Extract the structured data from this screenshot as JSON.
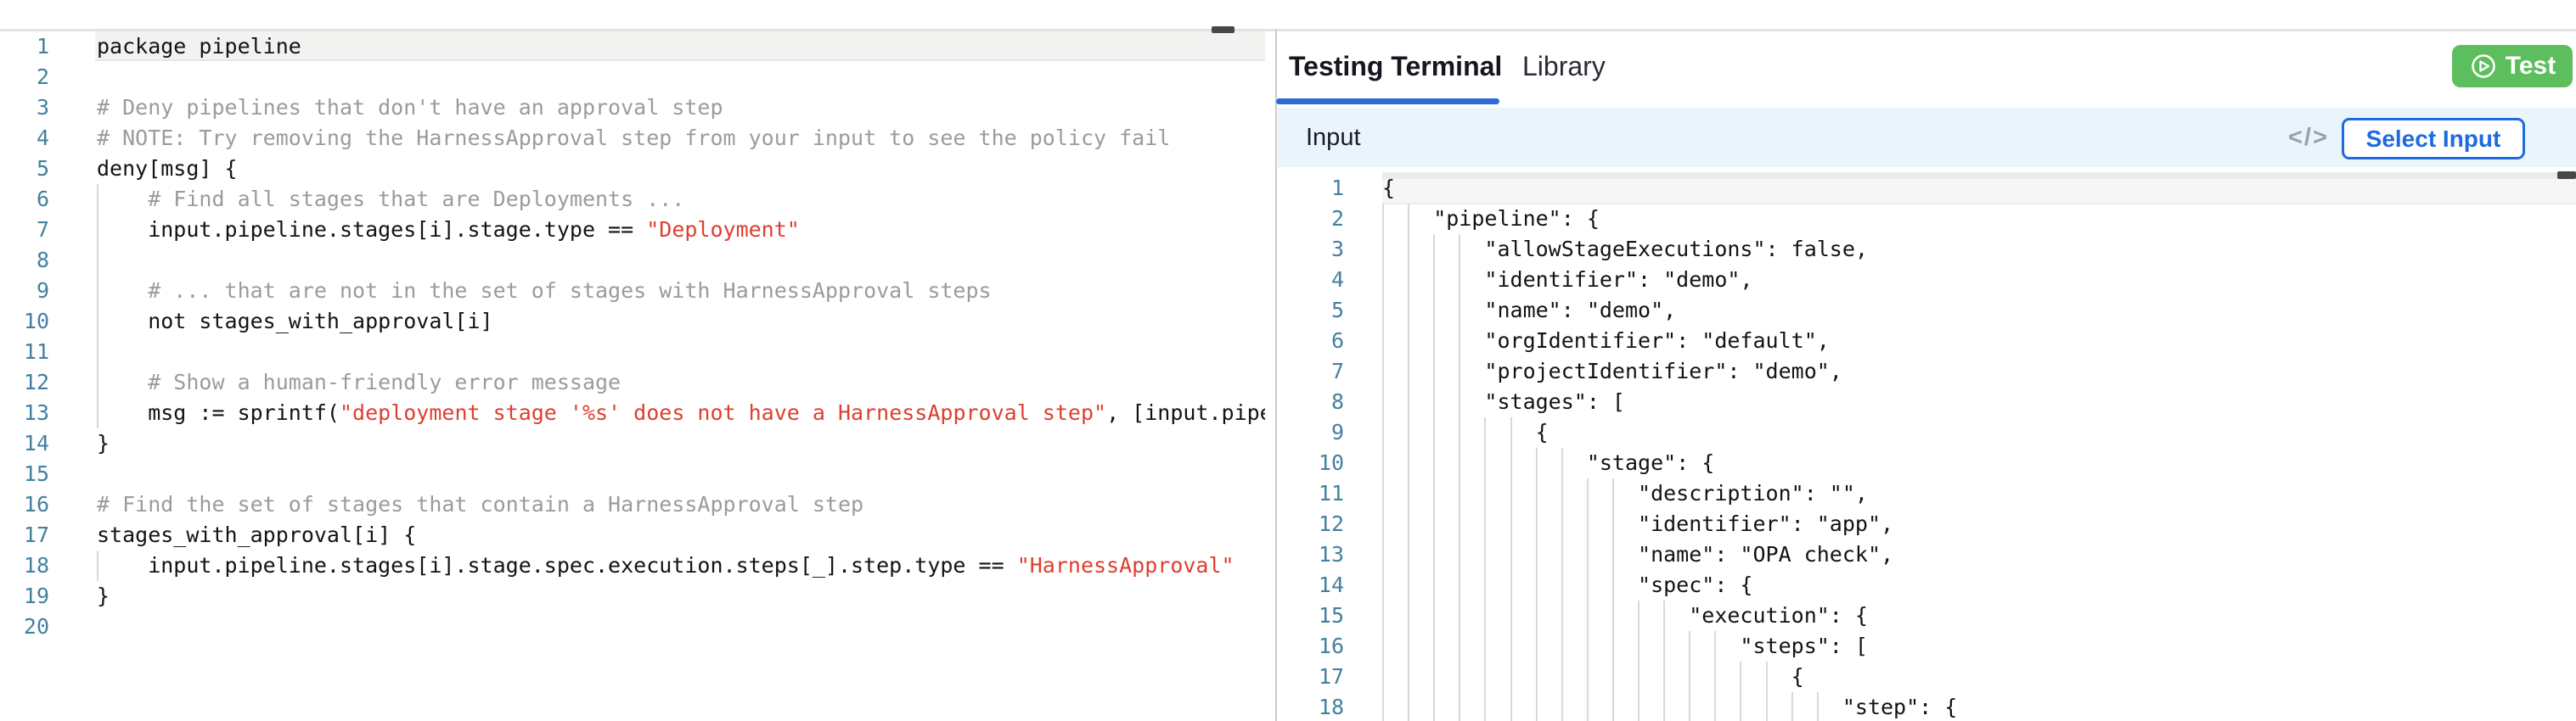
{
  "right_panel": {
    "tabs": [
      {
        "label": "Testing Terminal",
        "active": true
      },
      {
        "label": "Library",
        "active": false
      }
    ],
    "test_button_label": "Test",
    "input_header": {
      "title": "Input",
      "code_icon": "</>",
      "select_input_label": "Select Input"
    }
  },
  "colors": {
    "accent_blue": "#2c6bd3",
    "button_green": "#5cbe5c",
    "string_red": "#de3f2e",
    "comment_gray": "#9b9b9b",
    "line_number_blue": "#44809f",
    "input_bar_bg": "#e9f5fb"
  },
  "policy_editor": {
    "language": "rego",
    "lines": [
      {
        "n": "1",
        "gi": 0,
        "segs": [
          {
            "s": "code",
            "t": "package pipeline"
          }
        ]
      },
      {
        "n": "2",
        "gi": 0,
        "segs": []
      },
      {
        "n": "3",
        "gi": 0,
        "segs": [
          {
            "s": "comment",
            "t": "# Deny pipelines that don't have an approval step"
          }
        ]
      },
      {
        "n": "4",
        "gi": 0,
        "segs": [
          {
            "s": "comment",
            "t": "# NOTE: Try removing the HarnessApproval step from your input to see the policy fail"
          }
        ]
      },
      {
        "n": "5",
        "gi": 0,
        "segs": [
          {
            "s": "code",
            "t": "deny[msg] {"
          }
        ]
      },
      {
        "n": "6",
        "gi": 4,
        "segs": [
          {
            "s": "comment",
            "t": "    # Find all stages that are Deployments ..."
          }
        ]
      },
      {
        "n": "7",
        "gi": 4,
        "segs": [
          {
            "s": "code",
            "t": "    input.pipeline.stages[i].stage.type == "
          },
          {
            "s": "string",
            "t": "\"Deployment\""
          }
        ]
      },
      {
        "n": "8",
        "gi": 4,
        "segs": []
      },
      {
        "n": "9",
        "gi": 4,
        "segs": [
          {
            "s": "comment",
            "t": "    # ... that are not in the set of stages with HarnessApproval steps"
          }
        ]
      },
      {
        "n": "10",
        "gi": 4,
        "segs": [
          {
            "s": "code",
            "t": "    not stages_with_approval[i]"
          }
        ]
      },
      {
        "n": "11",
        "gi": 4,
        "segs": []
      },
      {
        "n": "12",
        "gi": 4,
        "segs": [
          {
            "s": "comment",
            "t": "    # Show a human-friendly error message"
          }
        ]
      },
      {
        "n": "13",
        "gi": 4,
        "segs": [
          {
            "s": "code",
            "t": "    msg := sprintf("
          },
          {
            "s": "string",
            "t": "\"deployment stage '%s' does not have a HarnessApproval step\""
          },
          {
            "s": "code",
            "t": ", [input.pipel"
          }
        ]
      },
      {
        "n": "14",
        "gi": 0,
        "segs": [
          {
            "s": "code",
            "t": "}"
          }
        ]
      },
      {
        "n": "15",
        "gi": 0,
        "segs": []
      },
      {
        "n": "16",
        "gi": 0,
        "segs": [
          {
            "s": "comment",
            "t": "# Find the set of stages that contain a HarnessApproval step"
          }
        ]
      },
      {
        "n": "17",
        "gi": 0,
        "segs": [
          {
            "s": "code",
            "t": "stages_with_approval[i] {"
          }
        ]
      },
      {
        "n": "18",
        "gi": 4,
        "segs": [
          {
            "s": "code",
            "t": "    input.pipeline.stages[i].stage.spec.execution.steps[_].step.type == "
          },
          {
            "s": "string",
            "t": "\"HarnessApproval\""
          }
        ]
      },
      {
        "n": "19",
        "gi": 0,
        "segs": [
          {
            "s": "code",
            "t": "}"
          }
        ]
      },
      {
        "n": "20",
        "gi": 0,
        "segs": []
      }
    ]
  },
  "input_editor": {
    "language": "json",
    "lines": [
      {
        "n": "1",
        "gi": 0,
        "segs": [
          {
            "s": "code",
            "t": "{"
          }
        ]
      },
      {
        "n": "2",
        "gi": 4,
        "segs": [
          {
            "s": "code",
            "t": "    \"pipeline\": {"
          }
        ]
      },
      {
        "n": "3",
        "gi": 8,
        "segs": [
          {
            "s": "code",
            "t": "        \"allowStageExecutions\": false,"
          }
        ]
      },
      {
        "n": "4",
        "gi": 8,
        "segs": [
          {
            "s": "code",
            "t": "        \"identifier\": \"demo\","
          }
        ]
      },
      {
        "n": "5",
        "gi": 8,
        "segs": [
          {
            "s": "code",
            "t": "        \"name\": \"demo\","
          }
        ]
      },
      {
        "n": "6",
        "gi": 8,
        "segs": [
          {
            "s": "code",
            "t": "        \"orgIdentifier\": \"default\","
          }
        ]
      },
      {
        "n": "7",
        "gi": 8,
        "segs": [
          {
            "s": "code",
            "t": "        \"projectIdentifier\": \"demo\","
          }
        ]
      },
      {
        "n": "8",
        "gi": 8,
        "segs": [
          {
            "s": "code",
            "t": "        \"stages\": ["
          }
        ]
      },
      {
        "n": "9",
        "gi": 12,
        "segs": [
          {
            "s": "code",
            "t": "            {"
          }
        ]
      },
      {
        "n": "10",
        "gi": 16,
        "segs": [
          {
            "s": "code",
            "t": "                \"stage\": {"
          }
        ]
      },
      {
        "n": "11",
        "gi": 20,
        "segs": [
          {
            "s": "code",
            "t": "                    \"description\": \"\","
          }
        ]
      },
      {
        "n": "12",
        "gi": 20,
        "segs": [
          {
            "s": "code",
            "t": "                    \"identifier\": \"app\","
          }
        ]
      },
      {
        "n": "13",
        "gi": 20,
        "segs": [
          {
            "s": "code",
            "t": "                    \"name\": \"OPA check\","
          }
        ]
      },
      {
        "n": "14",
        "gi": 20,
        "segs": [
          {
            "s": "code",
            "t": "                    \"spec\": {"
          }
        ]
      },
      {
        "n": "15",
        "gi": 24,
        "segs": [
          {
            "s": "code",
            "t": "                        \"execution\": {"
          }
        ]
      },
      {
        "n": "16",
        "gi": 28,
        "segs": [
          {
            "s": "code",
            "t": "                            \"steps\": ["
          }
        ]
      },
      {
        "n": "17",
        "gi": 32,
        "segs": [
          {
            "s": "code",
            "t": "                                {"
          }
        ]
      },
      {
        "n": "18",
        "gi": 36,
        "segs": [
          {
            "s": "code",
            "t": "                                    \"step\": {"
          }
        ]
      }
    ]
  }
}
